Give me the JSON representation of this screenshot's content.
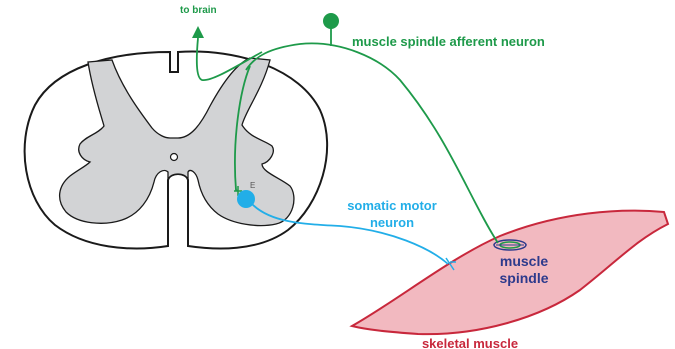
{
  "labels": {
    "to_brain": "to brain",
    "afferent": "muscle spindle afferent neuron",
    "motor_line1": "somatic motor",
    "motor_line2": "neuron",
    "spindle_line1": "muscle",
    "spindle_line2": "spindle",
    "skeletal": "skeletal muscle",
    "synapse_mark": "E"
  },
  "colors": {
    "afferent": "#1e9a4a",
    "motor": "#22aee8",
    "muscle_fill": "#f2b9c0",
    "muscle_stroke": "#c8283c",
    "spindle": "#2d3a8c",
    "gray_matter": "#d2d3d5",
    "outline": "#1a1a1a"
  }
}
